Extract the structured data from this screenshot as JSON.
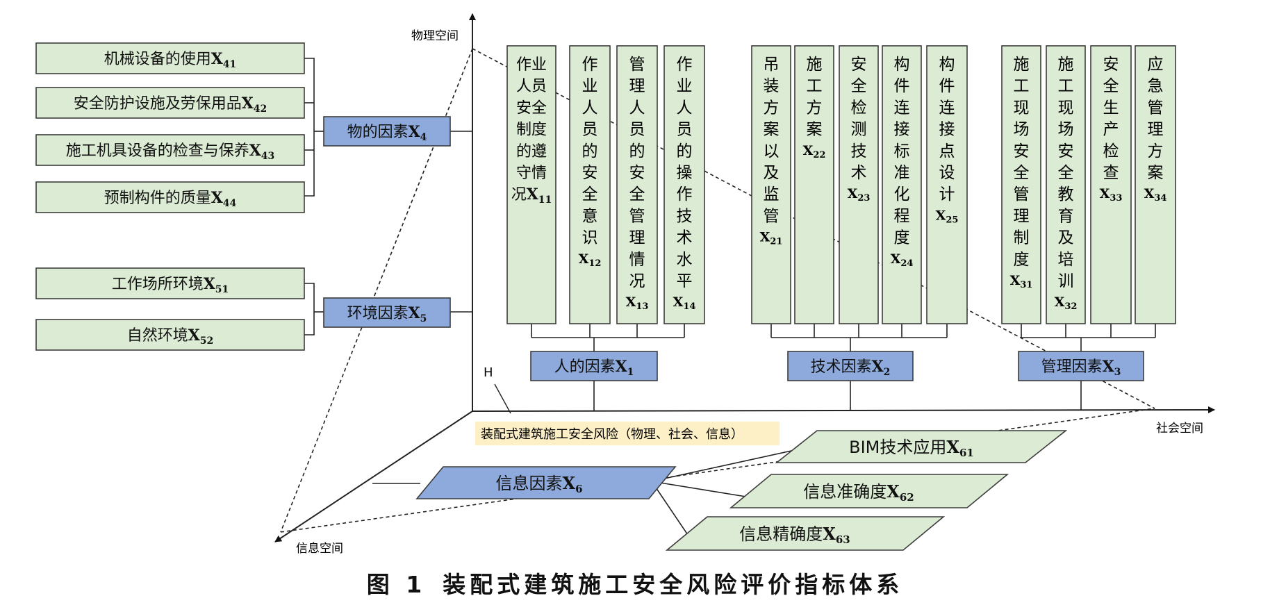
{
  "colors": {
    "green_fill": "#dcebd3",
    "blue_fill": "#8eaadc",
    "border": "#3c3c3c",
    "label_bg": "#fdefc6"
  },
  "axes": {
    "physical": "物理空间",
    "social": "社会空间",
    "info": "信息空间",
    "h": "H"
  },
  "center_label": "装配式建筑施工安全风险（物理、社会、信息）",
  "groups": {
    "x4": {
      "name": "物的因素",
      "sub": "4"
    },
    "x5": {
      "name": "环境因素",
      "sub": "5"
    },
    "x1": {
      "name": "人的因素",
      "sub": "1"
    },
    "x2": {
      "name": "技术因素",
      "sub": "2"
    },
    "x3": {
      "name": "管理因素",
      "sub": "3"
    },
    "x6": {
      "name": "信息因素",
      "sub": "6"
    }
  },
  "left_items": [
    {
      "name": "机械设备的使用",
      "sub": "41"
    },
    {
      "name": "安全防护设施及劳保用品",
      "sub": "42"
    },
    {
      "name": "施工机具设备的检查与保养",
      "sub": "43"
    },
    {
      "name": "预制构件的质量",
      "sub": "44"
    },
    {
      "name": "工作场所环境",
      "sub": "51"
    },
    {
      "name": "自然环境",
      "sub": "52"
    }
  ],
  "columns": [
    {
      "chars": "作业人员安全制度的遵守情况",
      "sub": "11"
    },
    {
      "chars": "作业人员的安全意识",
      "sub": "12"
    },
    {
      "chars": "管理人员的安全管理情况",
      "sub": "13"
    },
    {
      "chars": "作业人员的操作技术水平",
      "sub": "14"
    },
    {
      "chars": "吊装方案以及监管",
      "sub": "21"
    },
    {
      "chars": "施工方案",
      "sub": "22"
    },
    {
      "chars": "安全检测技术",
      "sub": "23"
    },
    {
      "chars": "构件连接标准化程度",
      "sub": "24"
    },
    {
      "chars": "构件连接点设计",
      "sub": "25"
    },
    {
      "chars": "施工现场安全管理制度",
      "sub": "31"
    },
    {
      "chars": "施工现场安全教育及培训",
      "sub": "32"
    },
    {
      "chars": "安全生产检查",
      "sub": "33"
    },
    {
      "chars": "应急管理方案",
      "sub": "34"
    }
  ],
  "info_items": [
    {
      "name": "BIM技术应用",
      "sub": "61"
    },
    {
      "name": "信息准确度",
      "sub": "62"
    },
    {
      "name": "信息精确度",
      "sub": "63"
    }
  ],
  "caption": {
    "number": "图 1",
    "title": "装配式建筑施工安全风险评价指标体系"
  }
}
